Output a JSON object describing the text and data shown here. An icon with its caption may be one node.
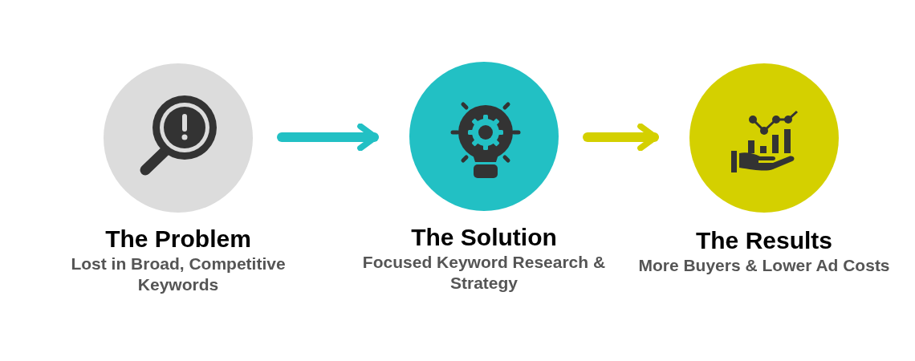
{
  "diagram": {
    "nodes": [
      {
        "text": [
          "The Problem",
          "Lost in Broad, Competitive Keywords"
        ]
      },
      {
        "text": [
          "The Solution",
          "Focused Keyword Research & Strategy"
        ]
      },
      {
        "text": [
          "The Results",
          "More Buyers & Lower Ad Costs"
        ]
      }
    ],
    "edges": [
      {
        "from": 0,
        "to": 1,
        "arrow": "to",
        "color": "#22c0c4"
      },
      {
        "from": 1,
        "to": 2,
        "arrow": "to",
        "color": "#d4d000"
      }
    ]
  }
}
